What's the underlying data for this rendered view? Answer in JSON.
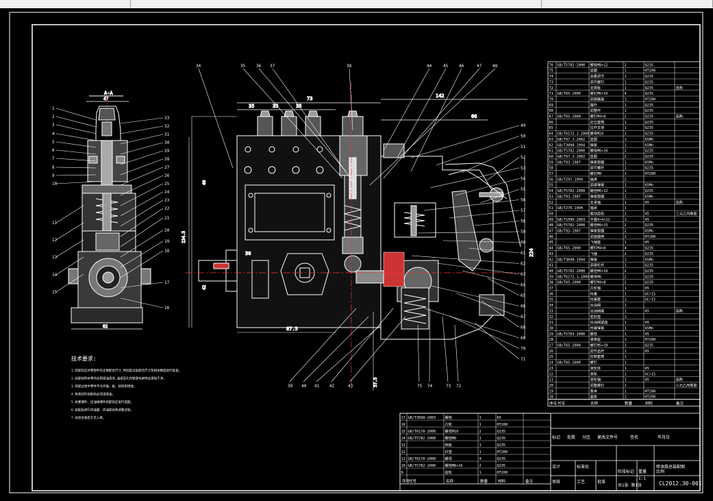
{
  "section_label": "A-A",
  "dimensions": {
    "d_47": "47",
    "d_82": "82",
    "d_35": "35",
    "d_73": "73",
    "d_142": "142",
    "d_66": "66",
    "d_87_5": "87.5",
    "d_30": "30",
    "d_37_5": "37.5",
    "d_42": "42",
    "d_40": "40",
    "d_134_5": "134.5",
    "d_224": "224"
  },
  "callouts_left": [
    "1",
    "2",
    "3",
    "4",
    "5",
    "6",
    "7",
    "8",
    "9",
    "10",
    "11",
    "12",
    "13",
    "14",
    "15"
  ],
  "callouts_right_section": [
    "33",
    "32",
    "31",
    "30",
    "29",
    "28",
    "27",
    "26",
    "25",
    "24",
    "23",
    "22",
    "21",
    "20",
    "19",
    "18",
    "17",
    "16"
  ],
  "callouts_top": [
    "34",
    "35",
    "36",
    "37",
    "38",
    "44",
    "45",
    "46",
    "47",
    "48"
  ],
  "callouts_right": [
    "49",
    "50",
    "51",
    "52",
    "53",
    "54",
    "55",
    "56",
    "57",
    "58",
    "59",
    "60",
    "61",
    "62",
    "63",
    "64",
    "65",
    "66",
    "67",
    "68",
    "69",
    "70",
    "71"
  ],
  "callouts_bottom": [
    "39",
    "40",
    "41",
    "42",
    "43",
    "75",
    "74",
    "73",
    "72"
  ],
  "tech_requirements": {
    "title": "技术要求:",
    "lines": [
      "1.装配前应对零部件的主要配合尺寸,特别是过盈配合尺寸及相关精度进行复查。",
      "2.装配前所有零件应用煤油清洗,油道及孔内铁屑毛刺等应清除干净。",
      "3.装配过程中零件不允许磕、碰、划伤和锈蚀。",
      "4.各密封件装配前必须浸透油。",
      "5.柱塞偶件、出油阀偶件装配前应进行选配。",
      "6.装配后进行供油量、供油提前角调整试验。",
      "7.试验合格后方可入库。"
    ]
  },
  "parts_table": {
    "rows": [
      [
        "76",
        "GB/T5782-2000",
        "螺栓M8×12",
        "2",
        "Q235",
        ""
      ],
      [
        "75",
        "",
        "齿圈",
        "1",
        "HT200",
        ""
      ],
      [
        "74",
        "",
        "油量调节",
        "1",
        "Q235",
        ""
      ],
      [
        "73",
        "",
        "调节螺钉",
        "1",
        "Q235",
        ""
      ],
      [
        "72",
        "",
        "支撑板",
        "1",
        "Q235",
        "选购"
      ],
      [
        "71",
        "GB/T65-2000",
        "螺钉M6×16",
        "4",
        "Q235",
        ""
      ],
      [
        "70",
        "",
        "调速器盖",
        "1",
        "HT200",
        ""
      ],
      [
        "69",
        "",
        "摆杆",
        "1",
        "Q235",
        ""
      ],
      [
        "68",
        "",
        "调整杆",
        "1",
        "Q235",
        ""
      ],
      [
        "67",
        "GB/T65-2000",
        "螺钉M4×8",
        "2",
        "Q235",
        "选购"
      ],
      [
        "66",
        "",
        "定位套筒",
        "1",
        "Q235",
        ""
      ],
      [
        "65",
        "",
        "拉杆支架",
        "1",
        "Q235",
        ""
      ],
      [
        "64",
        "GB/T6172.1-2000",
        "螺母M10",
        "1",
        "Q235",
        ""
      ],
      [
        "63",
        "GB/T97.1-2002",
        "垫圈",
        "1",
        "65Mn",
        ""
      ],
      [
        "62",
        "GB/T3098-1994",
        "弹簧",
        "1",
        "65Mn",
        ""
      ],
      [
        "61",
        "GB/T5782-2000",
        "螺栓M6×16",
        "2",
        "Q235",
        ""
      ],
      [
        "60",
        "GB/T97.1-2002",
        "垫圈",
        "2",
        "Q235",
        ""
      ],
      [
        "59",
        "GB/T93-1987",
        "弹簧垫圈",
        "1",
        "65Mn",
        ""
      ],
      [
        "58",
        "",
        "调节螺杆",
        "1",
        "Q235",
        ""
      ],
      [
        "57",
        "",
        "螺钉M8",
        "1",
        "HT200",
        ""
      ],
      [
        "56",
        "GB/T297-1994",
        "轴承",
        "2",
        "",
        ""
      ],
      [
        "55",
        "",
        "调速弹簧",
        "1",
        "65Mn",
        ""
      ],
      [
        "54",
        "GB/T5782-2000",
        "螺栓M6×12",
        "1",
        "Q235",
        ""
      ],
      [
        "53",
        "GB/T93-1987",
        "弹簧垫圈",
        "1",
        "65Mn",
        ""
      ],
      [
        "52",
        "",
        "支承轴",
        "1",
        "45",
        "选购"
      ],
      [
        "51",
        "GB/T276-1994",
        "轴承",
        "1",
        "",
        ""
      ],
      [
        "50",
        "",
        "驱动齿轮",
        "1",
        "45",
        "三元乙丙橡胶"
      ],
      [
        "49",
        "GB/T1096-2003",
        "平键4×4×12",
        "1",
        "45",
        ""
      ],
      [
        "48",
        "GB/T5782-2000",
        "螺栓M8×25",
        "2",
        "Q235",
        ""
      ],
      [
        "47",
        "GB/T93-1987",
        "弹簧垫圈",
        "2",
        "65Mn",
        ""
      ],
      [
        "46",
        "",
        "调速器壳",
        "1",
        "HT200",
        ""
      ],
      [
        "45",
        "",
        "飞锤座",
        "1",
        "45",
        ""
      ],
      [
        "44",
        "GB/T65-2000",
        "螺钉M4×8",
        "4",
        "Q235",
        ""
      ],
      [
        "43",
        "",
        "飞锤",
        "2",
        "Q235",
        ""
      ],
      [
        "42",
        "GB/T3098-1994",
        "弹簧",
        "1",
        "65Mn",
        ""
      ],
      [
        "41",
        "",
        "调速杠杆",
        "1",
        "Q235",
        ""
      ],
      [
        "40",
        "GB/T5782-2000",
        "螺栓M6×16",
        "2",
        "Q235",
        ""
      ],
      [
        "39",
        "GB/T6172.1-2000",
        "螺母M6",
        "2",
        "Q235",
        ""
      ],
      [
        "38",
        "GB/T65-2000",
        "螺钉M4×8",
        "2",
        "Q235",
        ""
      ],
      [
        "37",
        "",
        "凸轮轴",
        "1",
        "45",
        ""
      ],
      [
        "36",
        "",
        "柱塞",
        "1",
        "GCr15",
        ""
      ],
      [
        "35",
        "",
        "柱塞套",
        "1",
        "GCr15",
        ""
      ],
      [
        "34",
        "",
        "出油阀",
        "1",
        "",
        ""
      ],
      [
        "33",
        "",
        "出油阀座",
        "1",
        "45",
        "选购"
      ],
      [
        "32",
        "",
        "密封垫",
        "1",
        "",
        ""
      ],
      [
        "31",
        "",
        "出油阀紧座",
        "1",
        "45",
        ""
      ],
      [
        "30",
        "",
        "柱塞弹簧",
        "1",
        "65Mn",
        ""
      ],
      [
        "29",
        "GB/T5783-2000",
        "螺栓",
        "1",
        "45",
        ""
      ],
      [
        "28",
        "",
        "弹簧座",
        "1",
        "HT200",
        ""
      ],
      [
        "27",
        "GB/T65-2000",
        "螺钉M5×10",
        "1",
        "Q235",
        ""
      ],
      [
        "26",
        "",
        "调节齿杆",
        "1",
        "45",
        ""
      ],
      [
        "25",
        "",
        "控制套筒",
        "1",
        "",
        ""
      ],
      [
        "24",
        "GB/T65-2000",
        "螺钉",
        "1",
        "",
        ""
      ],
      [
        "23",
        "",
        "滚轮体",
        "1",
        "45",
        ""
      ],
      [
        "22",
        "",
        "滚轮",
        "1",
        "GCr15",
        ""
      ],
      [
        "21",
        "",
        "滚轮轴",
        "1",
        "45",
        "选购"
      ],
      [
        "20",
        "",
        "调整螺钉",
        "1",
        "",
        "三元乙丙橡胶"
      ],
      [
        "19",
        "",
        "泵体",
        "1",
        "HT200",
        ""
      ],
      [
        "18",
        "",
        "盖板",
        "1",
        "HT200",
        ""
      ]
    ]
  },
  "lower_table": {
    "rows": [
      [
        "17",
        "GB/T3098-2003",
        "螺栓",
        "1",
        "65",
        ""
      ],
      [
        "16",
        "",
        "凸轮",
        "1",
        "HT200",
        ""
      ],
      [
        "15",
        "GB/T6170-2000",
        "螺母M10",
        "2",
        "Q235",
        ""
      ],
      [
        "14",
        "GB/T5782-2000",
        "螺栓M8",
        "1",
        "Q235",
        ""
      ],
      [
        "13",
        "",
        "挡板",
        "1",
        "Q235",
        ""
      ],
      [
        "12",
        "",
        "衬垫",
        "1",
        "HT200",
        ""
      ],
      [
        "11",
        "GB/T6170-2000",
        "螺母",
        "4",
        "Q235",
        ""
      ],
      [
        "10",
        "GB/T5782-2000",
        "螺栓M8×16",
        "2",
        "Q235",
        ""
      ],
      [
        "9",
        "",
        "齿轮",
        "1",
        "HT200",
        ""
      ]
    ]
  },
  "table_header": [
    "序号",
    "代号",
    "名称",
    "数量",
    "材料",
    "备注"
  ],
  "title_block": {
    "drawing_name": "喷油泵总装配图",
    "drawing_number": "CL2012.30-001",
    "scale": "1:1",
    "sheet": "共1张 第1张",
    "label_stage": "阶段标记",
    "label_weight": "重量",
    "label_scale": "比例",
    "label_design": "设计",
    "label_review": "审核",
    "label_process": "工艺",
    "label_approve": "批准",
    "label_mark": "标记",
    "label_count": "处数",
    "label_zone": "分区",
    "label_change": "更改文件号",
    "label_sign": "签名",
    "label_date": "年月日",
    "label_standard": "标准化"
  }
}
